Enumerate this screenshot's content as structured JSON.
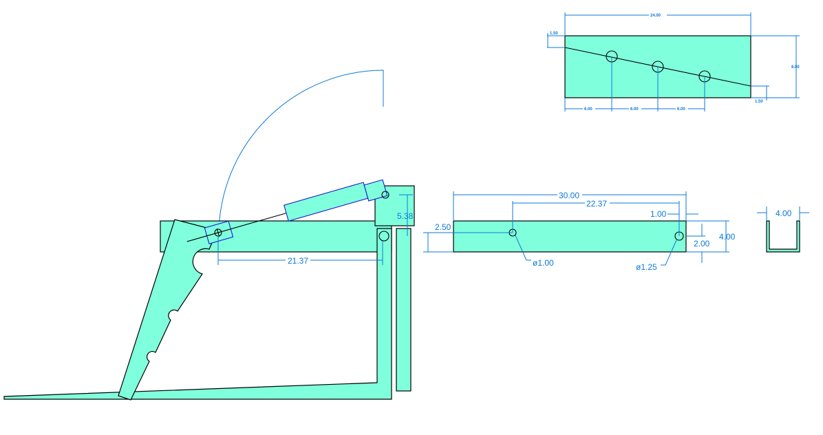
{
  "main_view": {
    "dim_horizontal": "21.37",
    "dim_vertical": "5.38"
  },
  "plate_view": {
    "dim_length": "24.00",
    "dim_height": "8.00",
    "dim_offset_left": "1.50",
    "dim_offset_right": "1.50",
    "dim_spacing": [
      "6.00",
      "6.00",
      "6.00"
    ]
  },
  "bar_view": {
    "dim_length": "30.00",
    "dim_hole_spacing": "22.37",
    "dim_end_offset": "1.00",
    "dim_left_hole_height": "2.50",
    "dim_right_hole_height": "2.00",
    "dim_height": "4.00",
    "hole_small": "ø1.00",
    "hole_large": "ø1.25"
  },
  "channel_view": {
    "dim_width": "4.00"
  },
  "colors": {
    "part_fill": "#80ffdc",
    "dimension": "#0a78d8"
  }
}
